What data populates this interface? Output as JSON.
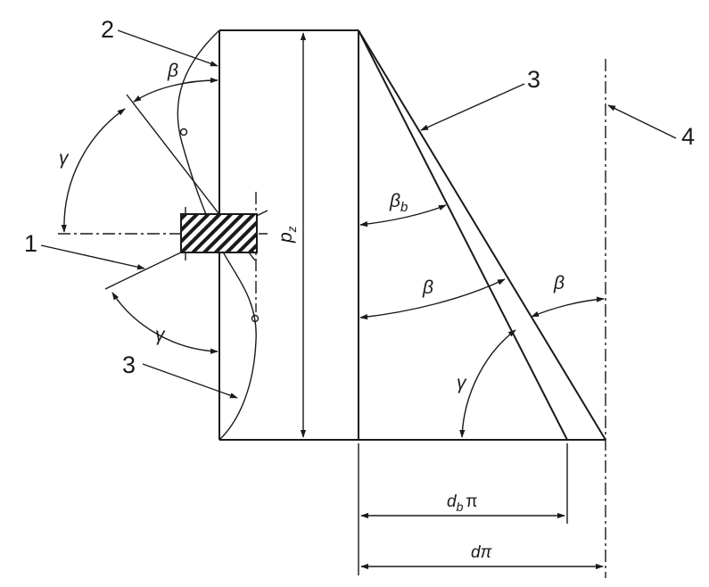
{
  "callouts": {
    "c1": "1",
    "c2": "2",
    "c3_left": "3",
    "c3_right": "3",
    "c4": "4"
  },
  "symbols": {
    "beta": "β",
    "gamma": "γ",
    "beta_b_main": "β",
    "beta_b_sub": "b",
    "p_main": "p",
    "p_sub": "z"
  },
  "dimensions": {
    "db_pi_main": "d",
    "db_pi_sub": "b",
    "db_pi_pi": "π",
    "d_pi": "dπ"
  }
}
